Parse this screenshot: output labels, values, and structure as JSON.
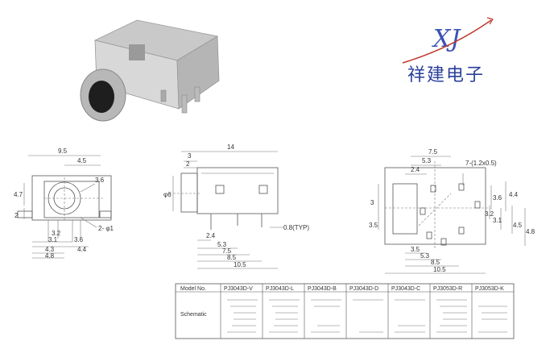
{
  "brand": {
    "logo": "XJ",
    "name_cn": "祥建电子"
  },
  "view_front": {
    "dims": [
      "9.5",
      "4.5",
      "3.6",
      "4.7",
      "2",
      "3.2",
      "3.1",
      "3.6",
      "4.3",
      "4.4",
      "4.8",
      "2- φ1"
    ]
  },
  "view_side": {
    "dims": [
      "14",
      "3",
      "2",
      "φ6",
      "2.4",
      "0.8(TYP)",
      "5.3",
      "7.5",
      "8.5",
      "10.5"
    ]
  },
  "view_bottom": {
    "dims": [
      "7.5",
      "5.3",
      "2.4",
      "7-(1.2x0.5)",
      "3",
      "3.6",
      "4.4",
      "3.2",
      "3.1",
      "4.5",
      "4.8",
      "3.5",
      "3.5",
      "5.3",
      "8.5",
      "10.5"
    ]
  },
  "table": {
    "header_label": "Model No.",
    "row_label": "Schematic",
    "models": [
      "PJ3043D-V",
      "PJ3043D-L",
      "PJ3043D-B",
      "PJ3043D-D",
      "PJ3043D-C",
      "PJ3053D-R",
      "PJ3053D-K"
    ]
  }
}
